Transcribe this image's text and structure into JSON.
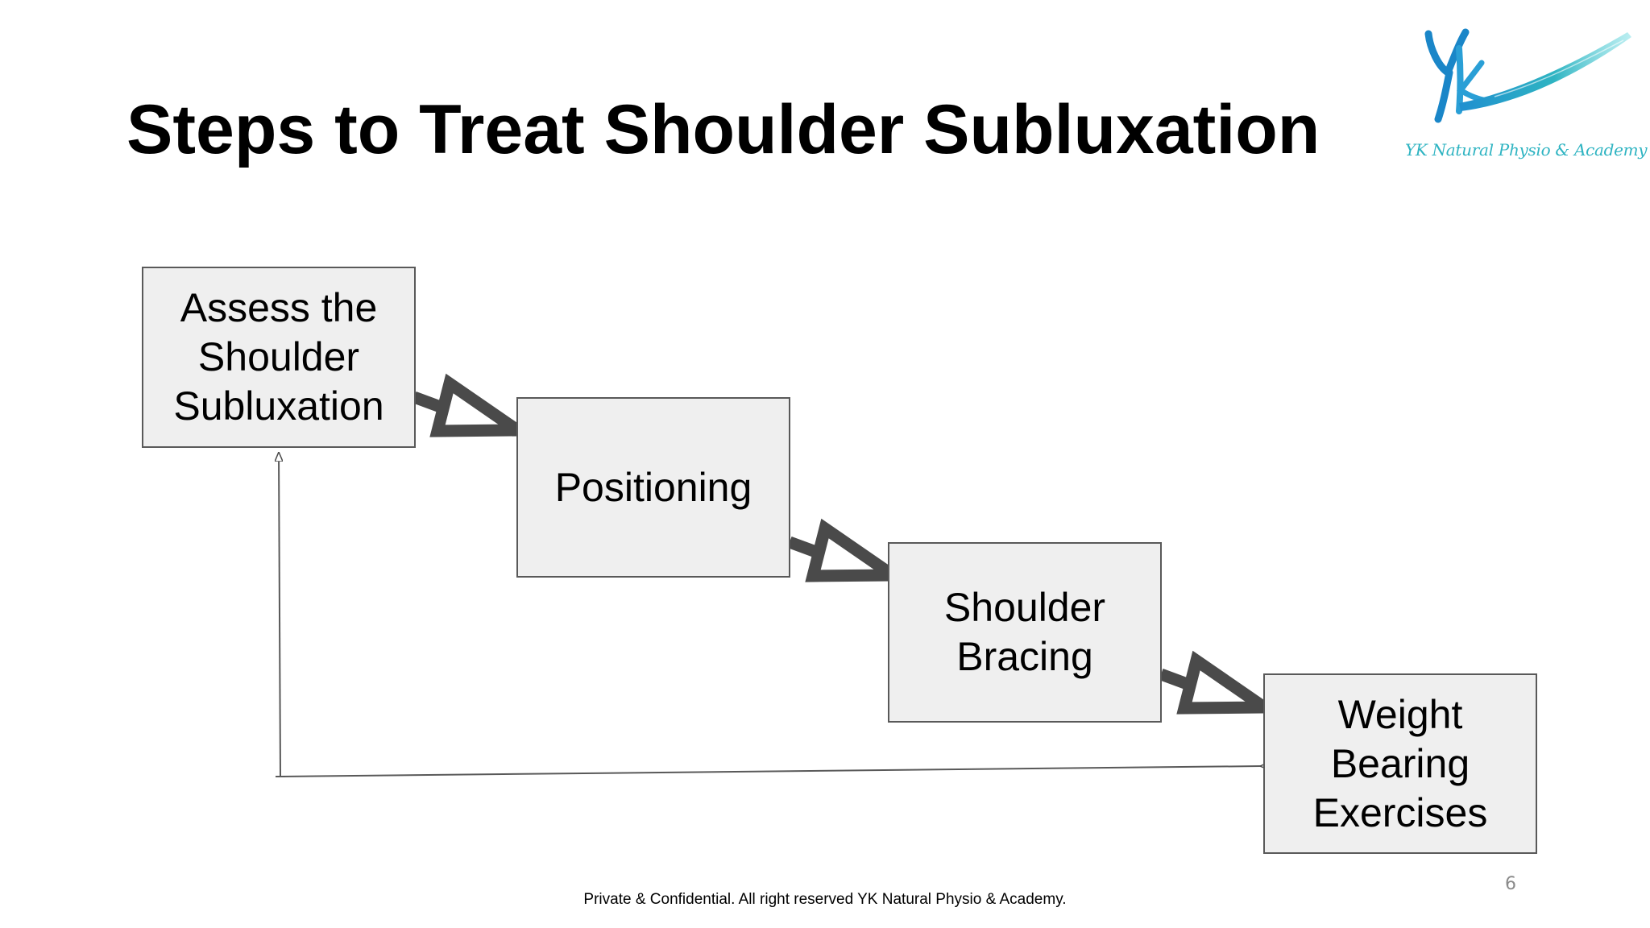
{
  "slide": {
    "title": "Steps to Treat Shoulder Subluxation",
    "page_number": "6",
    "footer": "Private & Confidential. All right reserved YK Natural Physio & Academy."
  },
  "logo": {
    "monogram": "YK",
    "tagline": "YK Natural Physio & Academy",
    "color": "#2fb4c2"
  },
  "steps": [
    {
      "label": "Assess the\nShoulder\nSubluxation"
    },
    {
      "label": "Positioning"
    },
    {
      "label": "Shoulder\nBracing"
    },
    {
      "label": "Weight\nBearing\nExercises"
    }
  ],
  "colors": {
    "box_fill": "#efefef",
    "box_border": "#595959",
    "arrow": "#4a4a4a"
  }
}
